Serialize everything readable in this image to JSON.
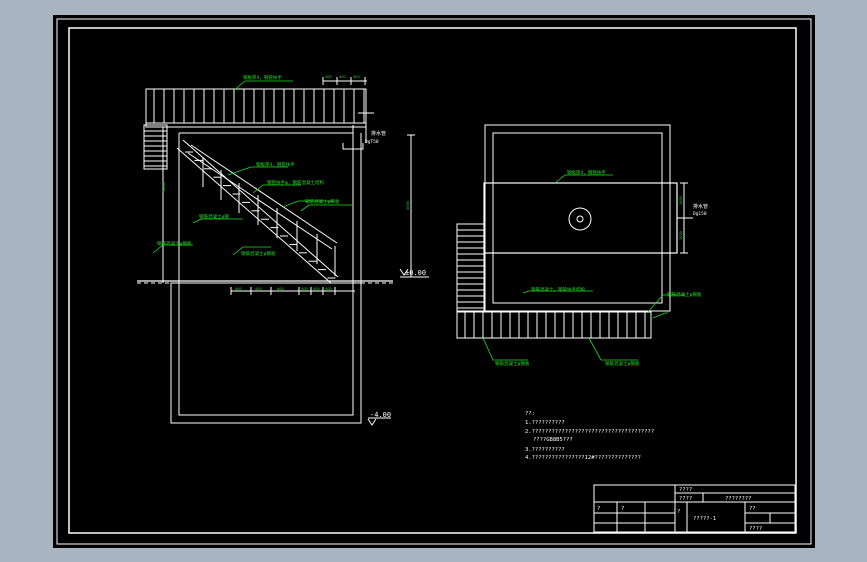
{
  "annotations": {
    "top_rail": "钢板厚4，钢管扶手",
    "stair_side": "钢板厚4，钢管扶手",
    "stair_mid": "钢管扶手φ，钢筋混凝土结构",
    "stair_tread": "钢筋混凝土φ钢板",
    "stair_step": "钢筋混凝土φ钢",
    "stair_low": "钢筋混凝土φ钢板",
    "stair_base": "钢筋混凝土φ钢板",
    "plan_top": "钢板厚4，钢管扶手",
    "plan_left": "钢筋混凝土，钢管扶手结构",
    "plan_right": "钢筋混凝土φ钢板",
    "plan_bot_left": "钢筋混凝土φ钢板",
    "plan_bot_right": "钢筋混凝土φ钢板",
    "pipe_label": "排水管",
    "pipe_size": "DgT50",
    "pipe_label2": "排水管",
    "pipe_size2": "Dg150"
  },
  "dims": {
    "top_dim": [
      "400",
      "400",
      "400"
    ],
    "bottom_dims": [
      "400",
      "400",
      "400",
      "400",
      "400",
      "400"
    ],
    "height_dim": "4000",
    "side_dim": "3000",
    "right_dim_a": "1000",
    "right_dim_b": "1000"
  },
  "levels": {
    "zero": "±0.00",
    "bottom": "-4.00"
  },
  "notes": {
    "title": "??:",
    "line1": "1.??????????",
    "line2": "2.?????????????????????????????????????",
    "line2b": "????GB8B5???",
    "line3": "3.??????????",
    "line4": "4.????????????????12#??????????????"
  },
  "title_block": {
    "r1c1": "????",
    "r2c1": "????",
    "r2c2": "????????",
    "r3c2": "??",
    "drawing_no": "?????-1",
    "q": "?",
    "small": "????",
    "s1": "?",
    "s2": "?"
  }
}
